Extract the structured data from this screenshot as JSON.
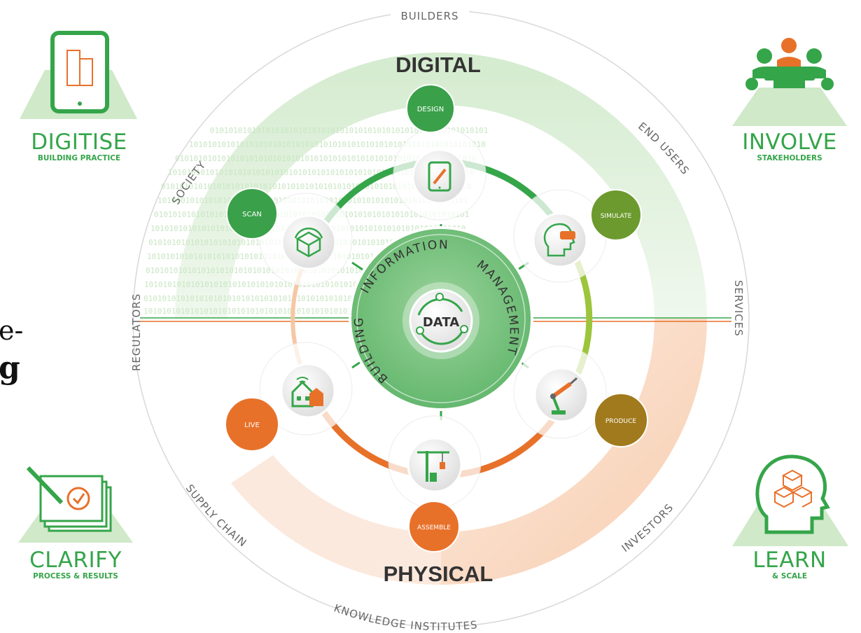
{
  "corners": {
    "digitise": {
      "title": "DIGITISE",
      "subtitle": "BUILDING PRACTICE",
      "icon": "tablet-building-icon"
    },
    "involve": {
      "title": "INVOLVE",
      "subtitle": "STAKEHOLDERS",
      "icon": "meeting-people-icon"
    },
    "clarify": {
      "title": "CLARIFY",
      "subtitle": "PROCESS & RESULTS",
      "icon": "document-check-icon"
    },
    "learn": {
      "title": "LEARN",
      "subtitle": "& SCALE",
      "icon": "head-cubes-icon"
    }
  },
  "edge_fragments": {
    "line1": "e-",
    "line2": "g"
  },
  "ring_labels": {
    "top": "BUILDERS",
    "top_left": "SOCIETY",
    "top_right": "END USERS",
    "left": "REGULATORS",
    "right": "SERVICES",
    "bottom_left": "SUPPLY CHAIN",
    "bottom_right": "INVESTORS",
    "bottom": "KNOWLEDGE INSTITUTES"
  },
  "headings": {
    "digital": "DIGITAL",
    "physical": "PHYSICAL"
  },
  "center": {
    "core": "DATA",
    "ring_text_left": "BUILDING",
    "ring_text_top": "INFORMATION",
    "ring_text_right": "MANAGEMENT"
  },
  "stages": {
    "design": {
      "label": "DESIGN",
      "icon": "tablet-pen-icon"
    },
    "simulate": {
      "label": "SIMULATE",
      "icon": "vr-head-icon"
    },
    "produce": {
      "label": "PRODUCE",
      "icon": "robot-arm-icon"
    },
    "assemble": {
      "label": "ASSEMBLE",
      "icon": "crane-icon"
    },
    "live": {
      "label": "LIVE",
      "icon": "smart-house-icon"
    },
    "scan": {
      "label": "SCAN",
      "icon": "scan-cube-icon"
    }
  },
  "colors": {
    "green": "#35a54a",
    "light_green": "#cfe9c9",
    "olive": "#a07a1c",
    "orange": "#e8712a",
    "light_orange": "#f6c7a5",
    "text_gray": "#555555"
  }
}
